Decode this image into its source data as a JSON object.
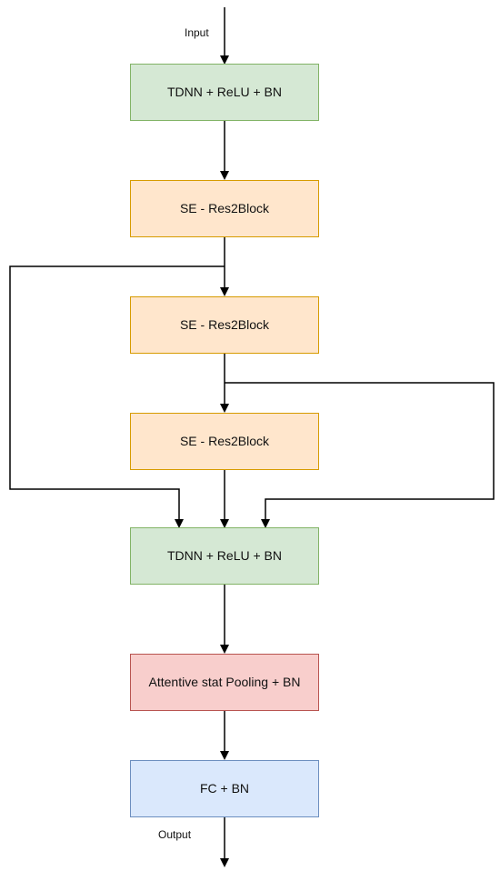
{
  "labels": {
    "input": "Input",
    "output": "Output"
  },
  "blocks": [
    {
      "id": "tdnn1",
      "text": "TDNN + ReLU + BN",
      "kind": "tdnn"
    },
    {
      "id": "se1",
      "text": "SE - Res2Block",
      "kind": "se"
    },
    {
      "id": "se2",
      "text": "SE - Res2Block",
      "kind": "se"
    },
    {
      "id": "se3",
      "text": "SE - Res2Block",
      "kind": "se"
    },
    {
      "id": "tdnn2",
      "text": "TDNN + ReLU + BN",
      "kind": "tdnn"
    },
    {
      "id": "pool",
      "text": "Attentive stat Pooling + BN",
      "kind": "pool"
    },
    {
      "id": "fc",
      "text": "FC + BN",
      "kind": "fc"
    }
  ],
  "colors": {
    "tdnn": {
      "fill": "#d5e8d4",
      "stroke": "#82b366"
    },
    "se": {
      "fill": "#ffe6cc",
      "stroke": "#d79b00"
    },
    "pool": {
      "fill": "#f8cecc",
      "stroke": "#b85450"
    },
    "fc": {
      "fill": "#dae8fc",
      "stroke": "#6c8ebf"
    },
    "line": "#000000"
  }
}
